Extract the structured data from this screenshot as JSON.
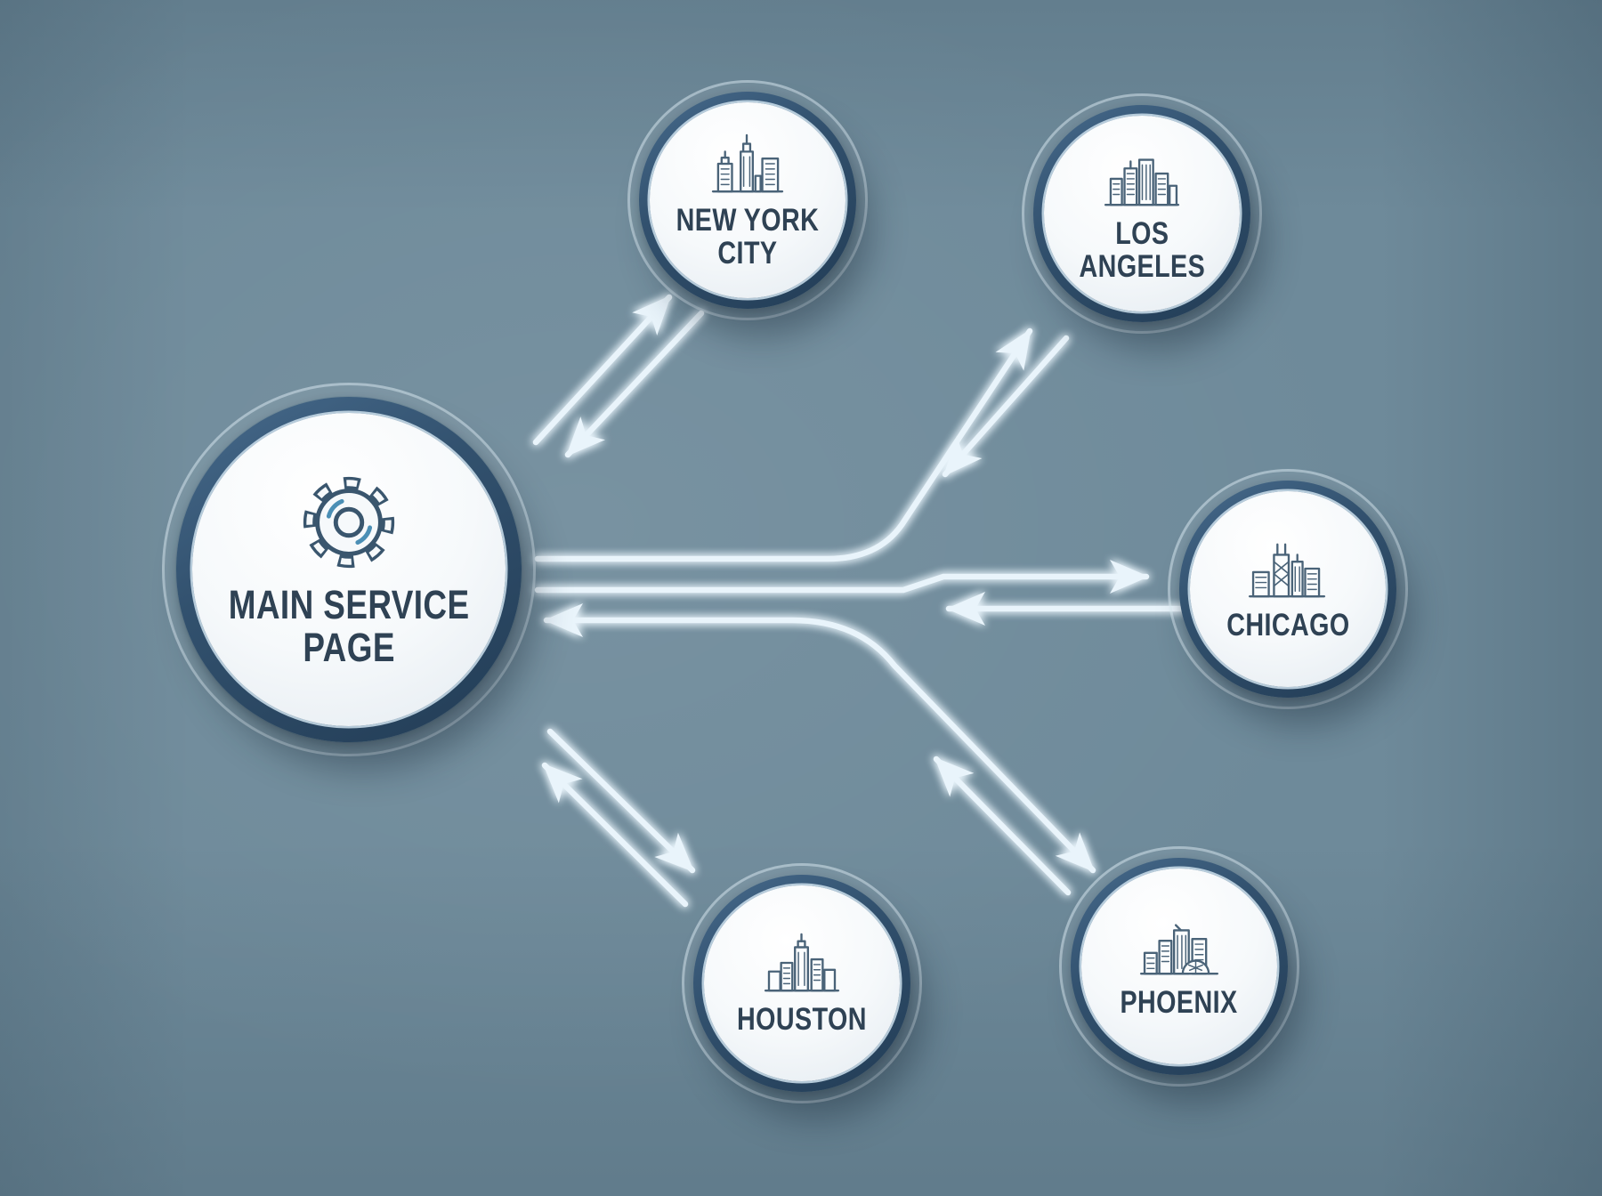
{
  "title": "Main service page to city pages link diagram",
  "colors": {
    "background": "#6e8a9a",
    "node_ring": "#2e4d68",
    "node_face": "#f4f8fa",
    "arrow": "#e9f4fb",
    "label_text": "#2f4254",
    "icon_stroke": "#4a6378",
    "gear_accent_blue": "#4b8fb5"
  },
  "main_node": {
    "id": "main-service-page",
    "label_line1": "MAIN SERVICE",
    "label_line2": "PAGE",
    "icon": "gear-icon"
  },
  "cities": [
    {
      "id": "new-york-city",
      "label_line1": "NEW YORK",
      "label_line2": "CITY",
      "icon": "nyc-skyline-icon"
    },
    {
      "id": "los-angeles",
      "label_line1": "LOS",
      "label_line2": "ANGELES",
      "icon": "la-skyline-icon"
    },
    {
      "id": "chicago",
      "label_line1": "CHICAGO",
      "label_line2": "",
      "icon": "chicago-skyline-icon"
    },
    {
      "id": "phoenix",
      "label_line1": "PHOENIX",
      "label_line2": "",
      "icon": "phoenix-skyline-icon"
    },
    {
      "id": "houston",
      "label_line1": "HOUSTON",
      "label_line2": "",
      "icon": "houston-skyline-icon"
    }
  ],
  "connections": [
    {
      "from": "main-service-page",
      "to": "new-york-city",
      "bidirectional": true,
      "style": "double-parallel-arrows"
    },
    {
      "from": "main-service-page",
      "to": "los-angeles",
      "bidirectional": true,
      "style": "trunk-branch-arrows"
    },
    {
      "from": "main-service-page",
      "to": "chicago",
      "bidirectional": true,
      "style": "trunk-branch-arrows"
    },
    {
      "from": "main-service-page",
      "to": "phoenix",
      "bidirectional": true,
      "style": "trunk-branch-arrows"
    },
    {
      "from": "main-service-page",
      "to": "houston",
      "bidirectional": true,
      "style": "double-parallel-arrows"
    }
  ]
}
